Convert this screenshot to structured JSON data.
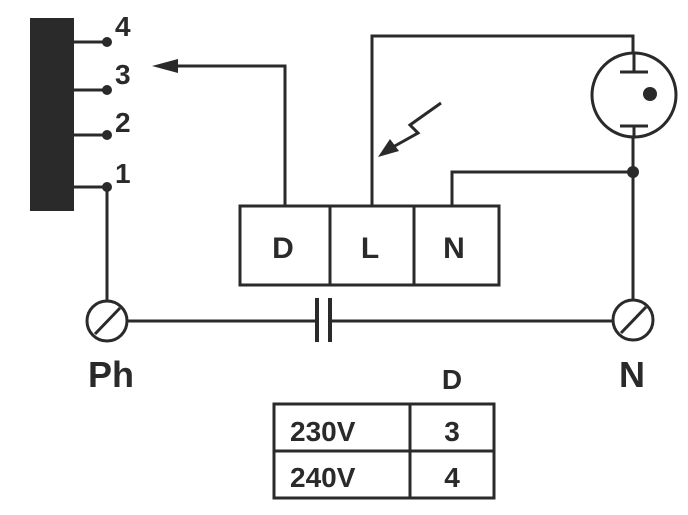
{
  "colors": {
    "stroke": "#2a2a2a",
    "fill": "#2a2a2a",
    "background": "#ffffff"
  },
  "transformer": {
    "taps": [
      "4",
      "3",
      "2",
      "1"
    ]
  },
  "terminal_block": {
    "terminals": [
      "D",
      "L",
      "N"
    ]
  },
  "supply": {
    "phase_label": "Ph",
    "neutral_label": "N"
  },
  "icons": {
    "lamp": "indicator-lamp-icon",
    "spark": "lightning-spark-icon",
    "capacitor": "capacitor-icon",
    "screw_terminal": "screw-terminal-icon"
  },
  "table": {
    "header": "D",
    "rows": [
      {
        "voltage": "230V",
        "tap": "3"
      },
      {
        "voltage": "240V",
        "tap": "4"
      }
    ]
  }
}
